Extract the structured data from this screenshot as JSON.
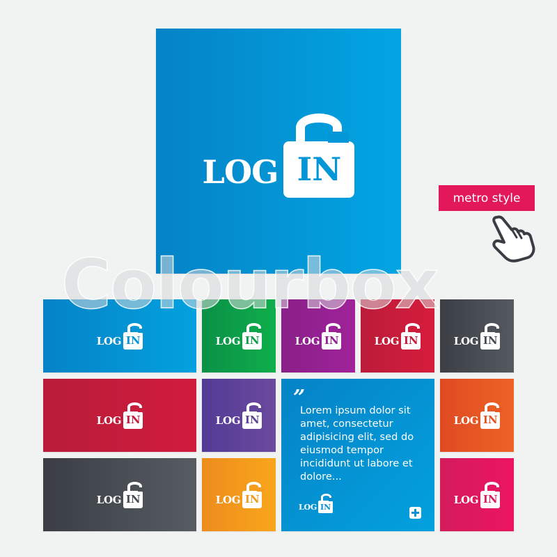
{
  "hero": {
    "log_text": "LOG",
    "in_text": "IN",
    "gradient": [
      "#0583c6",
      "#02a5e3"
    ]
  },
  "badge": {
    "label": "metro style",
    "color": "#e3185a"
  },
  "pointer": {
    "icon": "hand-pointer-icon"
  },
  "watermark": {
    "text": "Colourbox"
  },
  "tiles": [
    {
      "id": "tile-blue-wide",
      "log_text": "LOG",
      "in_text": "IN",
      "colors": [
        "#0583c6",
        "#03a1df"
      ],
      "in_color": "#0796d6"
    },
    {
      "id": "tile-green",
      "log_text": "LOG",
      "in_text": "IN",
      "colors": [
        "#0a9147",
        "#0fae4b"
      ],
      "in_color": "#0c9f48"
    },
    {
      "id": "tile-purple",
      "log_text": "LOG",
      "in_text": "IN",
      "colors": [
        "#892088",
        "#a0229a"
      ],
      "in_color": "#951f91"
    },
    {
      "id": "tile-red",
      "log_text": "LOG",
      "in_text": "IN",
      "colors": [
        "#bb1c3a",
        "#d71c3c"
      ],
      "in_color": "#c81b3b"
    },
    {
      "id": "tile-gray",
      "log_text": "LOG",
      "in_text": "IN",
      "colors": [
        "#3b3f45",
        "#555a61"
      ],
      "in_color": "#474b51"
    },
    {
      "id": "tile-red-wide",
      "log_text": "LOG",
      "in_text": "IN",
      "colors": [
        "#b81c3a",
        "#d11c3d"
      ],
      "in_color": "#c41c3b"
    },
    {
      "id": "tile-violet",
      "log_text": "LOG",
      "in_text": "IN",
      "colors": [
        "#523b95",
        "#6c4a9f"
      ],
      "in_color": "#5e4299"
    },
    {
      "id": "tile-orange-red",
      "log_text": "LOG",
      "in_text": "IN",
      "colors": [
        "#e04a23",
        "#ed6325"
      ],
      "in_color": "#e55424"
    },
    {
      "id": "tile-gray-wide",
      "log_text": "LOG",
      "in_text": "IN",
      "colors": [
        "#3a3e44",
        "#575c63"
      ],
      "in_color": "#474b51"
    },
    {
      "id": "tile-orange",
      "log_text": "LOG",
      "in_text": "IN",
      "colors": [
        "#ed8c1d",
        "#f9a61c"
      ],
      "in_color": "#f19a1d"
    },
    {
      "id": "tile-pink",
      "log_text": "LOG",
      "in_text": "IN",
      "colors": [
        "#d31c5b",
        "#ed1461"
      ],
      "in_color": "#df1a5e"
    }
  ],
  "quote_tile": {
    "quote_mark": "”",
    "text": "Lorem ipsum dolor sit amet, consectetur adipisicing elit, sed do eiusmod tempor incididunt ut labore et dolore...",
    "log_text": "LOG",
    "in_text": "IN",
    "plus_icon": "plus-icon",
    "colors": [
      "#0583c6",
      "#03a1df"
    ]
  },
  "background": "#f1f2f2"
}
